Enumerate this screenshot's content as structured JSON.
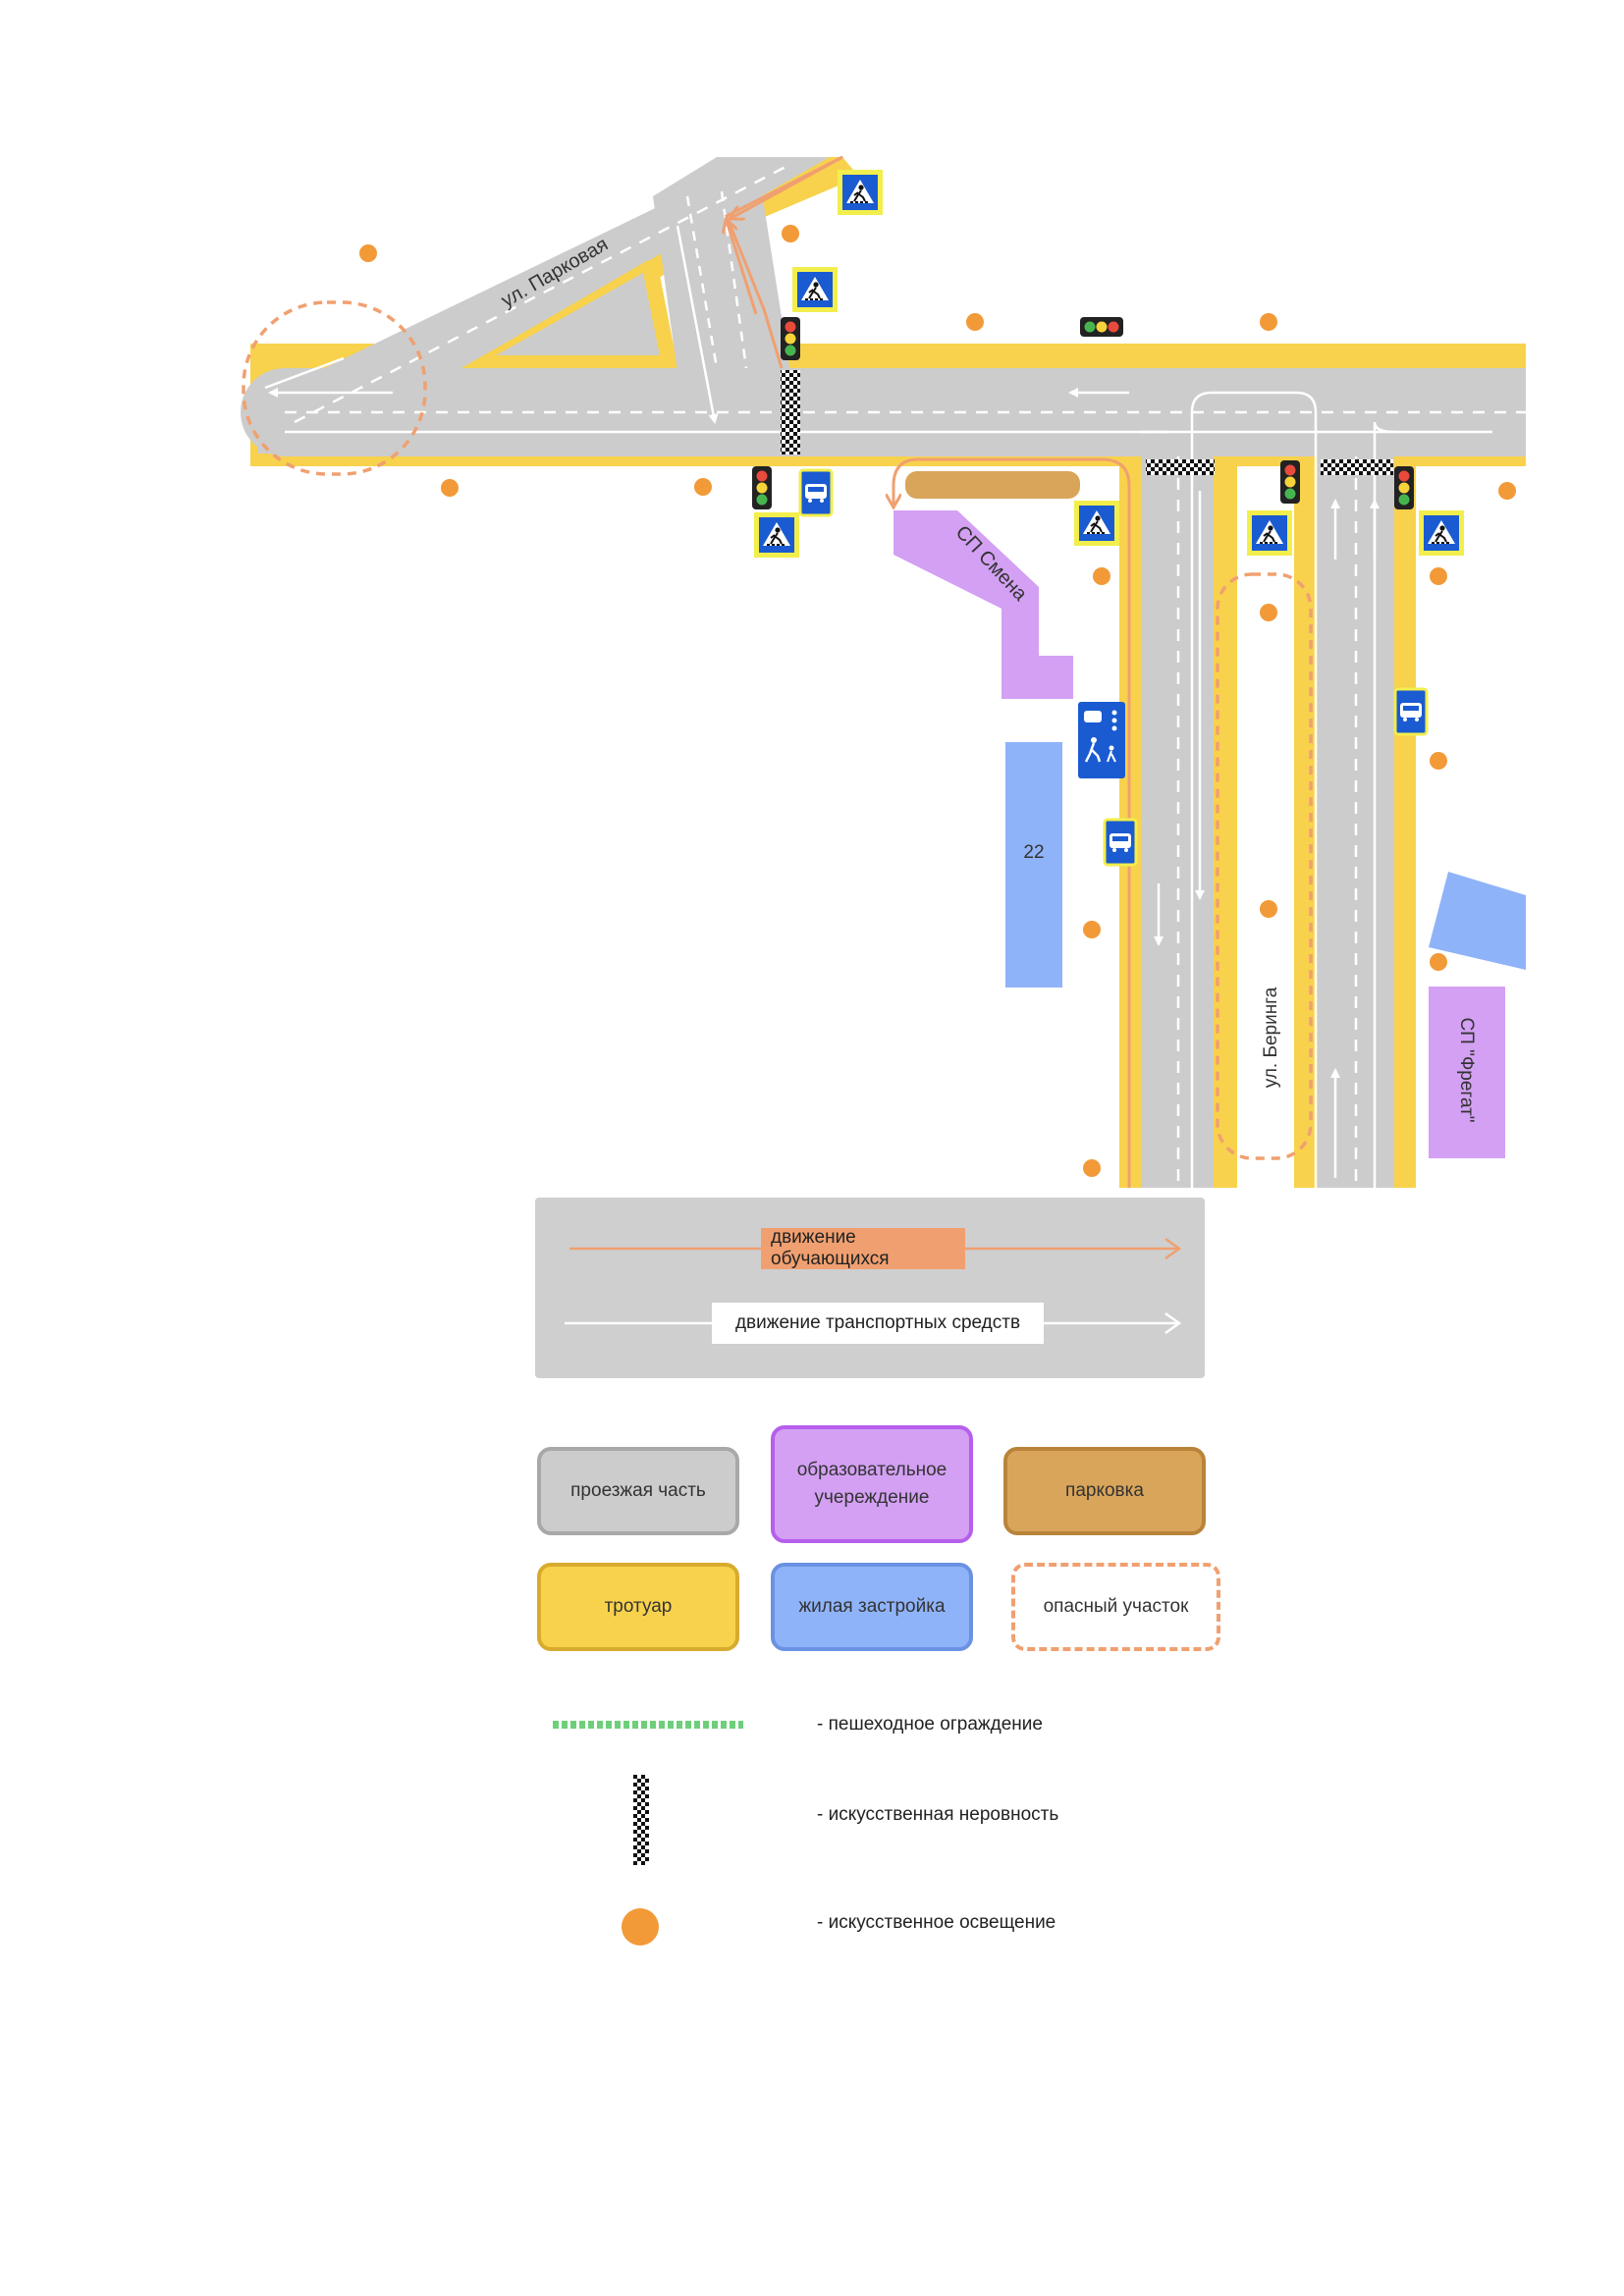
{
  "map": {
    "streets": {
      "parkovaya": "ул. Парковая",
      "beringa": "ул. Беринга"
    },
    "buildings": {
      "school_smena": "СП Смена",
      "school_fregat": "СП \"Фрегат\"",
      "residential_22": "22"
    }
  },
  "legend": {
    "flows": {
      "students": "движение обучающихся",
      "vehicles": "движение транспортных средств"
    },
    "areas": {
      "roadway": "проезжая часть",
      "school": "образовательное учереждение",
      "parking": "парковка",
      "sidewalk": "тротуар",
      "residential": "жилая застройка",
      "danger": "опасный участок"
    },
    "symbols": {
      "fence": "- пешеходное ограждение",
      "bump": "- искусственная неровность",
      "light": "- искусственное освещение"
    }
  },
  "colors": {
    "road": "#cccccc",
    "sidewalk": "#f8d24c",
    "school": "#d3a0f3",
    "residential": "#8fb3f8",
    "parking": "#d9a55a",
    "student_route": "#f0a070",
    "lamp": "#f29a38",
    "danger_outline": "#f0a070",
    "fence": "#6ecf7a",
    "sign_blue": "#1a5bd1"
  },
  "icons": {
    "crosswalk_sign": "pedestrian-crossing-sign-icon",
    "traffic_light": "traffic-light-icon",
    "bus_stop": "bus-stop-icon",
    "lamp": "street-light-icon",
    "speed_bump": "speed-bump-icon",
    "living_zone": "living-zone-sign-icon"
  }
}
